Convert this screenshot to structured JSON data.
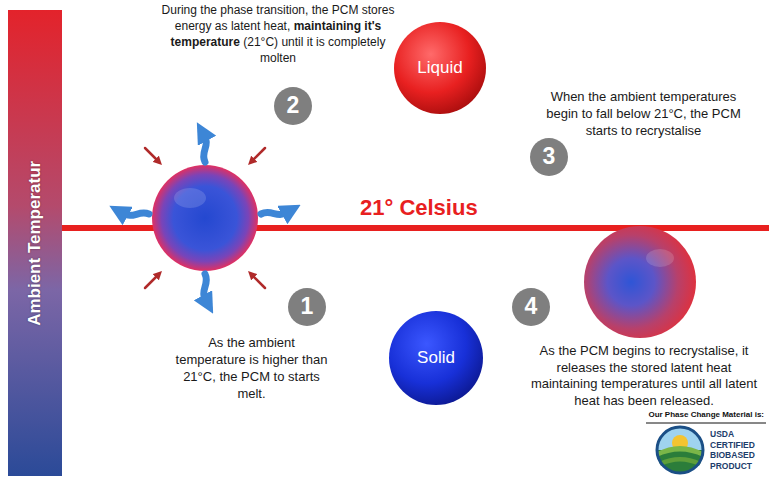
{
  "diagram": {
    "nodes": [
      {
        "text": [
          "Ambient Temperatur"
        ]
      },
      {
        "text": [
          "Liquid"
        ]
      },
      {
        "text": [
          "2"
        ]
      },
      {
        "text": [
          "3"
        ]
      },
      {
        "text": [
          "1"
        ]
      },
      {
        "text": [
          "4"
        ]
      },
      {
        "text": [
          "Solid"
        ]
      }
    ],
    "labels": [
      "During the phase transition, the PCM stores energy as latent heat,",
      "maintaining it's temperature",
      "(21°C) until it is completely molten",
      "When the ambient temperatures begin to fall below 21°C, the PCM starts to recrystalise",
      "21° Celsius",
      "As the ambient temperature is higher than 21°C, the PCM to starts melt.",
      "As the PCM begins to recrystalise, it releases the stored latent heat maintaining temperatures until all latent heat has been released.",
      "Our Phase Change Material is:",
      "USDA CERTIFIED BIOBASED PRODUCT"
    ]
  }
}
